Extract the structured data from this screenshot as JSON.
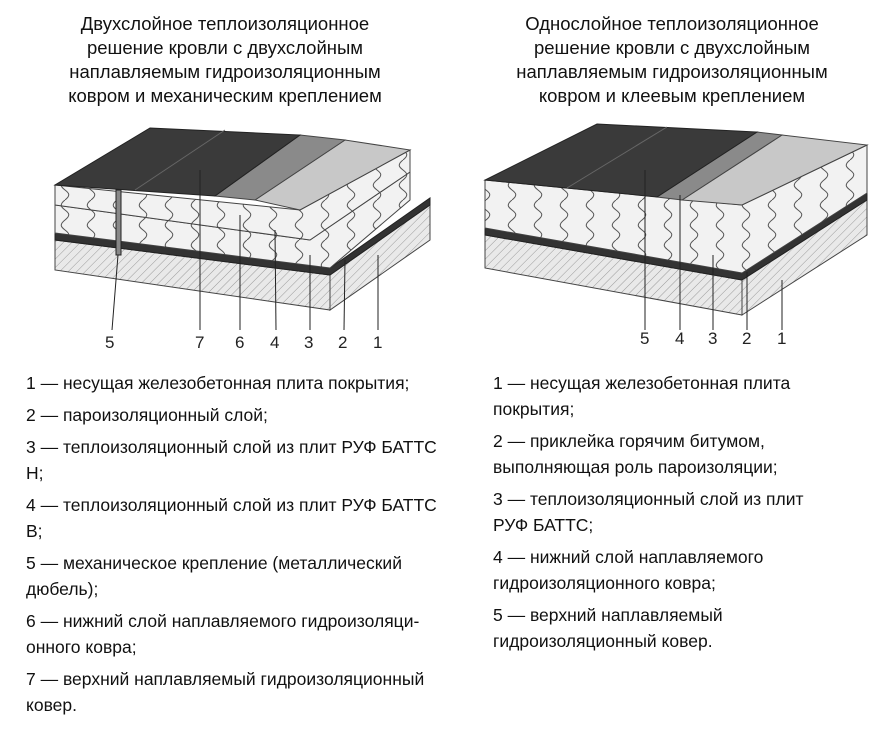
{
  "left": {
    "title": "Двухслойное теплоизоляционное\nрешение кровли с двухслойным\nнаплавляемым гидроизоляционным\nковром и механическим креплением",
    "labels": [
      "5",
      "7",
      "6",
      "4",
      "3",
      "2",
      "1"
    ],
    "legend": [
      "1 — несущая железобетонная плита покрытия;",
      "2 — пароизоляционный слой;",
      "3 — теплоизоляционный слой из плит РУФ БАТТС Н;",
      "4 — теплоизоляционный слой из плит РУФ БАТТС В;",
      "5 — механическое крепление (металлический дюбель);",
      "6 — нижний слой наплавляемого гидроизоляци-онного ковра;",
      "7 — верхний наплавляемый гидроизоляционный ковер."
    ]
  },
  "right": {
    "title": "Однослойное теплоизоляционное\nрешение кровли с двухслойным\nнаплавляемым гидроизоляционным\nковром и клеевым креплением",
    "labels": [
      "5",
      "4",
      "3",
      "2",
      "1"
    ],
    "legend": [
      "1 — несущая железобетонная плита покрытия;",
      "2 — приклейка горячим битумом, выполняющая роль пароизоляции;",
      "3 — теплоизоляционный слой из плит РУФ БАТТС;",
      "4 — нижний слой наплавляемого гидроизоляционного ковра;",
      "5 — верхний наплавляемый гидроизоляционный ковер."
    ]
  }
}
